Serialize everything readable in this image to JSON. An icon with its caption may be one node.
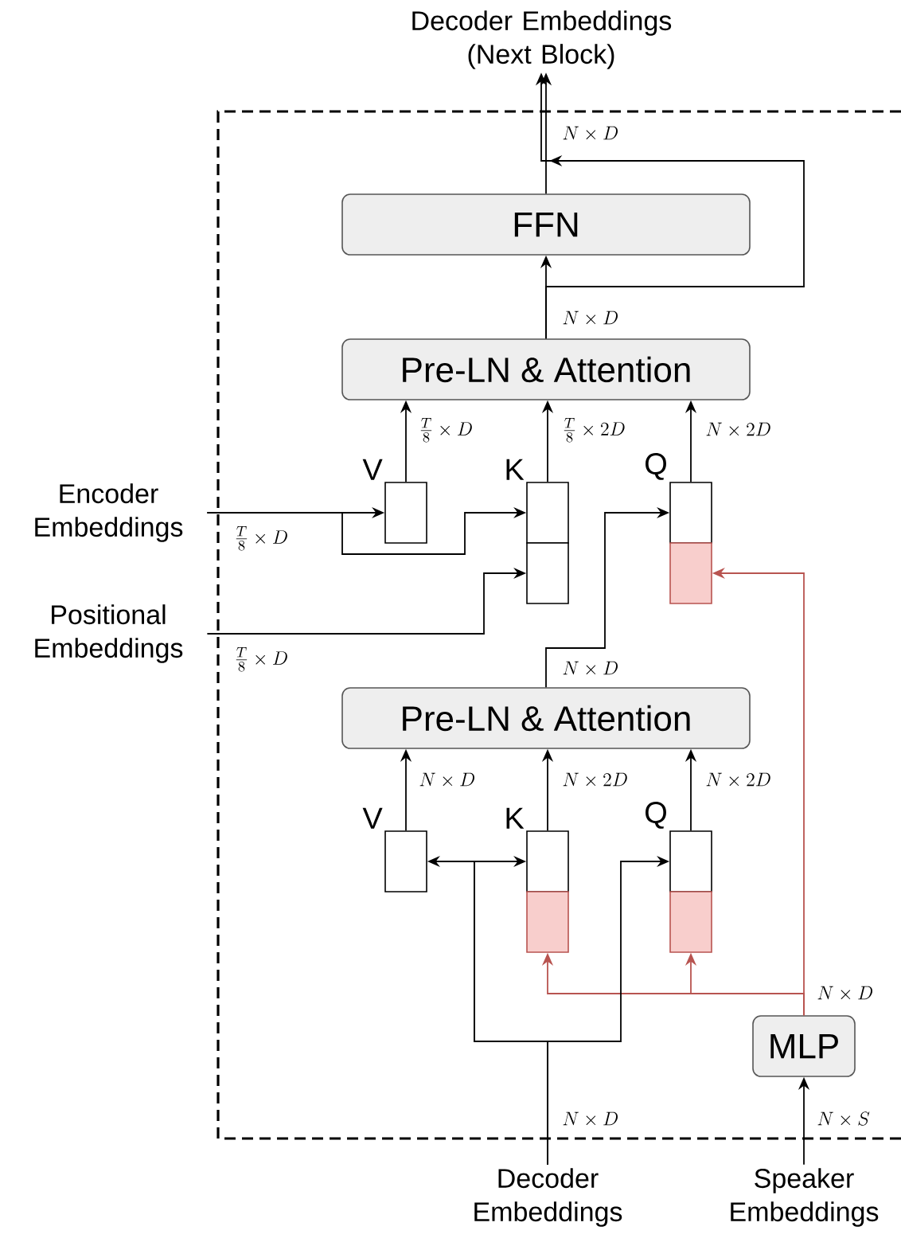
{
  "diagram": {
    "nodes": [
      {
        "text": [
          "Decoder Embeddings (Next Block)"
        ]
      },
      {
        "text": [
          "FFN"
        ]
      },
      {
        "text": [
          "Pre-LN & Attention"
        ]
      },
      {
        "text": [
          "V"
        ]
      },
      {
        "text": [
          "K"
        ]
      },
      {
        "text": [],
        "shape": "box"
      },
      {
        "text": [
          "Q"
        ]
      },
      {
        "text": [],
        "shape": "box"
      },
      {
        "text": [
          "Encoder Embeddings"
        ]
      },
      {
        "text": [
          "Positional Embeddings"
        ]
      },
      {
        "text": [
          "Pre-LN & Attention"
        ]
      },
      {
        "text": [
          "V"
        ]
      },
      {
        "text": [
          "K"
        ]
      },
      {
        "text": [],
        "shape": "box"
      },
      {
        "text": [
          "Q"
        ]
      },
      {
        "text": [],
        "shape": "box"
      },
      {
        "text": [
          "MLP"
        ]
      },
      {
        "text": [
          "Decoder Embeddings"
        ]
      },
      {
        "text": [
          "Speaker Embeddings"
        ]
      }
    ],
    "edges": [
      {
        "from": 1,
        "to": 0,
        "arrow": "to",
        "label": "N \\times D"
      },
      {
        "from": 2,
        "to": 1,
        "arrow": "to",
        "label": "N \\times D"
      },
      {
        "from": 2,
        "to": 0,
        "arrow": "to"
      },
      {
        "from": 3,
        "to": 2,
        "arrow": "to",
        "label": "\\frac{T}{8} \\times D"
      },
      {
        "from": 4,
        "to": 2,
        "arrow": "to",
        "label": "\\frac{T}{8} \\times 2D"
      },
      {
        "from": 6,
        "to": 2,
        "arrow": "to",
        "label": "N \\times 2D"
      },
      {
        "from": 8,
        "to": 3,
        "arrow": "to",
        "label": "\\frac{T}{8} \\times D"
      },
      {
        "from": 8,
        "to": 4,
        "arrow": "to"
      },
      {
        "from": 9,
        "to": 5,
        "arrow": "to",
        "label": "\\frac{T}{8} \\times D"
      },
      {
        "from": 10,
        "to": 6,
        "arrow": "to",
        "label": "N \\times D"
      },
      {
        "from": 16,
        "to": 7,
        "arrow": "to",
        "color": "#b85450",
        "label": "N \\times D"
      },
      {
        "from": 16,
        "to": 13,
        "arrow": "to",
        "color": "#b85450"
      },
      {
        "from": 16,
        "to": 15,
        "arrow": "to",
        "color": "#b85450"
      },
      {
        "from": 11,
        "to": 10,
        "arrow": "to",
        "label": "N \\times D"
      },
      {
        "from": 12,
        "to": 10,
        "arrow": "to",
        "label": "N \\times 2D"
      },
      {
        "from": 14,
        "to": 10,
        "arrow": "to",
        "label": "N \\times 2D"
      },
      {
        "from": 17,
        "to": 11,
        "arrow": "to",
        "label": "N \\times D"
      },
      {
        "from": 17,
        "to": 12,
        "arrow": "to"
      },
      {
        "from": 17,
        "to": 14,
        "arrow": "to"
      },
      {
        "from": 18,
        "to": 16,
        "arrow": "to",
        "label": "N \\times S"
      }
    ]
  }
}
